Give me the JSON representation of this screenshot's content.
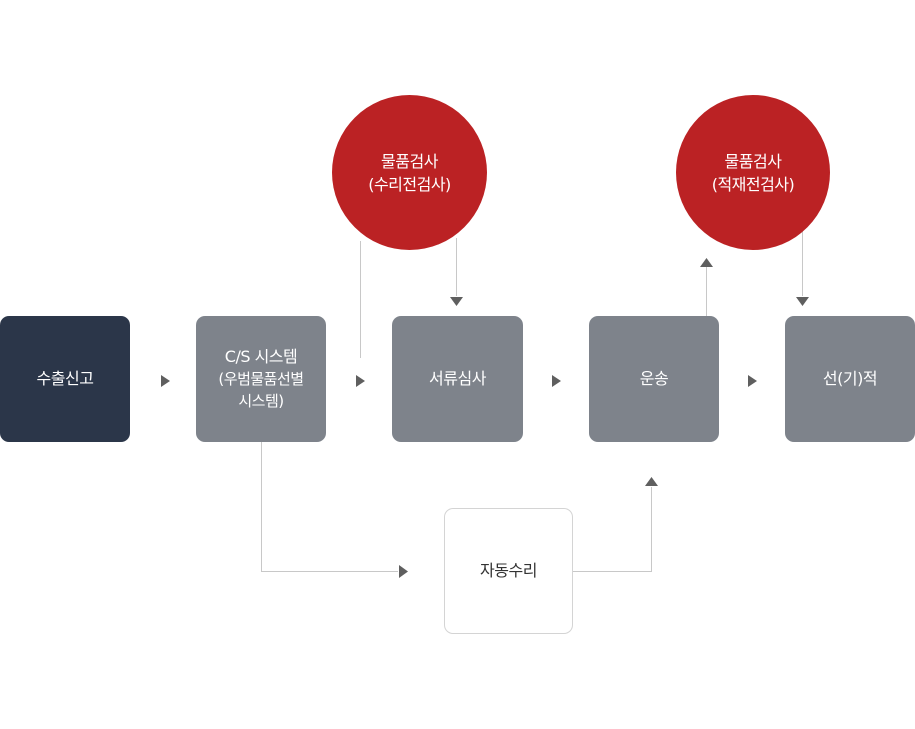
{
  "steps": {
    "export_declaration": "수출신고",
    "cs_system": {
      "line1": "C/S 시스템",
      "line2": "(우범물품선별",
      "line3": "시스템)"
    },
    "document_review": "서류심사",
    "transport": "운송",
    "loading": "선(기)적",
    "auto_acceptance": "자동수리"
  },
  "inspections": {
    "pre_acceptance": {
      "line1": "물품검사",
      "line2": "(수리전검사)"
    },
    "pre_loading": {
      "line1": "물품검사",
      "line2": "(적재전검사)"
    }
  },
  "colors": {
    "dark_box": "#2b3649",
    "gray_box": "#7e838b",
    "inspection_circle": "#bb2224",
    "connector_line": "#c8c8c8",
    "arrow": "#5f5f5f"
  }
}
